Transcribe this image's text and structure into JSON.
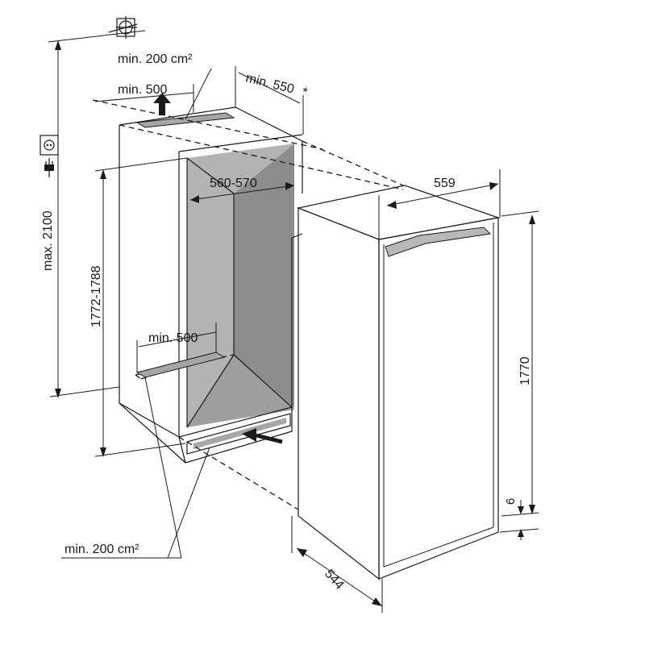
{
  "labels": {
    "top_vent_area": "min. 200 cm²",
    "top_vent_depth": "min. 500",
    "depth_min": "min. 550",
    "depth_min_asterisk": "*",
    "max_height": "max. 2100",
    "niche_width": "560-570",
    "niche_height": "1772-1788",
    "bottom_vent_depth": "min. 500",
    "bottom_vent_area": "min. 200 cm²",
    "appliance_width": "559",
    "appliance_height": "1770",
    "appliance_depth": "544",
    "door_gap": "6"
  },
  "colors": {
    "line": "#1a1a1a",
    "interior_back": "#8c8c8c",
    "interior_side": "#b3b3b3",
    "interior_floor": "#9e9e9e",
    "vent_fill": "#a6a6a6",
    "door_grille": "#b8b8b8"
  },
  "icons": [
    "plumb-crosshair-icon",
    "power-socket-icon",
    "power-plug-icon",
    "airflow-up-arrow-icon",
    "airflow-in-arrow-icon"
  ]
}
